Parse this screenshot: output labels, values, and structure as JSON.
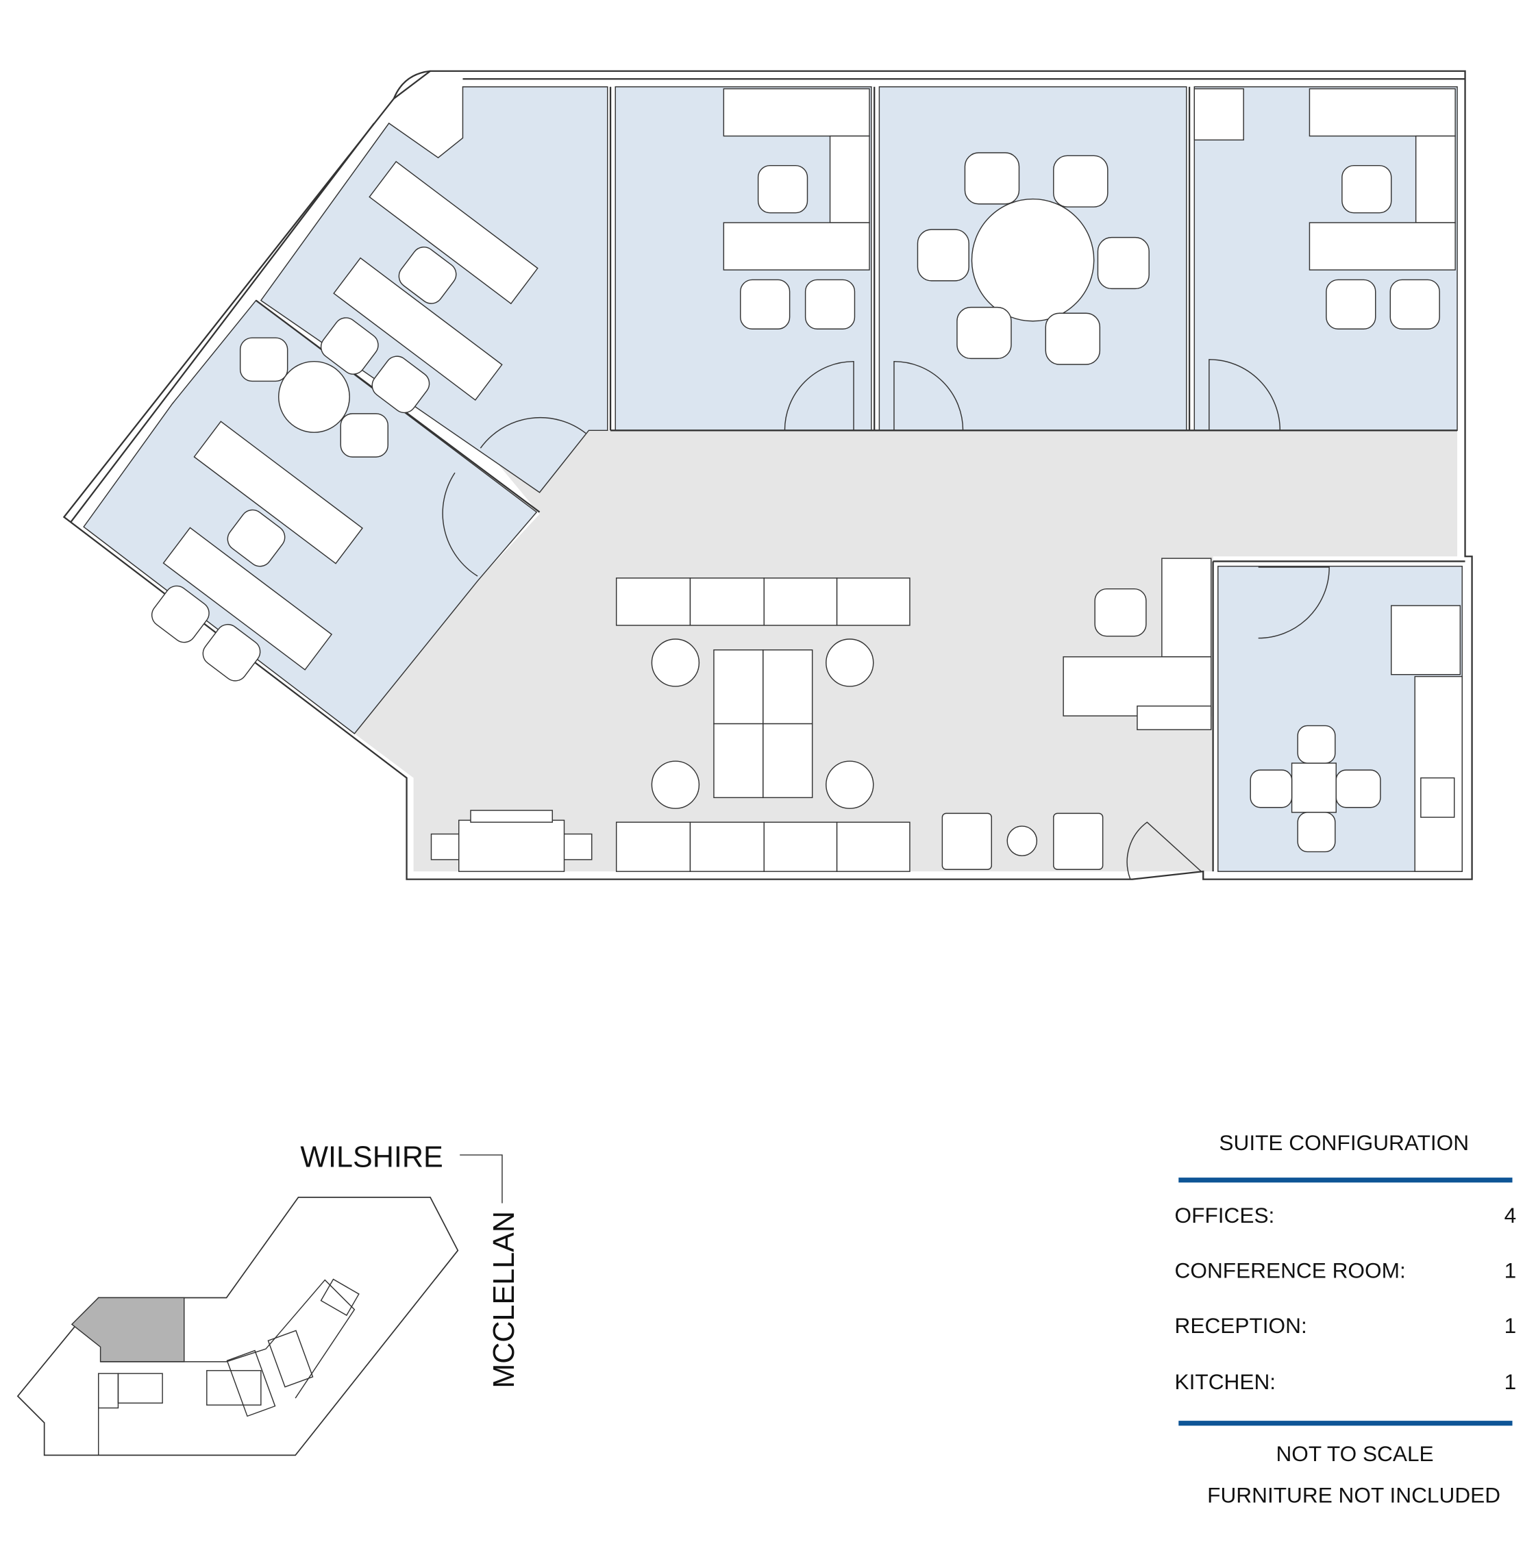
{
  "key_plan": {
    "street_top": "WILSHIRE",
    "street_side": "MCCLELLAN"
  },
  "suite_configuration": {
    "title": "SUITE CONFIGURATION",
    "rows": [
      {
        "label": "OFFICES:",
        "value": "4"
      },
      {
        "label": "CONFERENCE ROOM:",
        "value": "1"
      },
      {
        "label": "RECEPTION:",
        "value": "1"
      },
      {
        "label": "KITCHEN:",
        "value": "1"
      }
    ],
    "notes": [
      "NOT TO SCALE",
      "FURNITURE NOT INCLUDED"
    ],
    "rule_color": "#0e5596"
  },
  "colors": {
    "office_fill": "#dbe5f0",
    "common_fill": "#e6e6e6",
    "highlight_fill": "#b3b3b3"
  }
}
